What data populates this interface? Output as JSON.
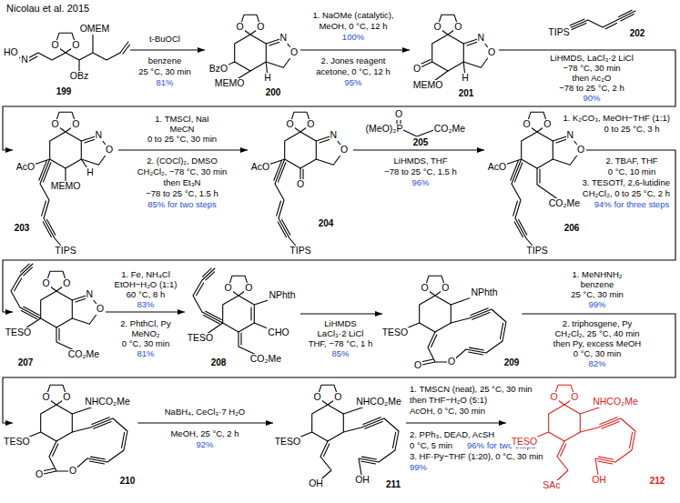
{
  "diagram": {
    "title": "Nicolau et al. 2015",
    "nodes": [
      {
        "text": [
          "199"
        ]
      },
      {
        "text": [
          "200"
        ]
      },
      {
        "text": [
          "201"
        ]
      },
      {
        "text": [
          "202"
        ]
      },
      {
        "text": [
          "203"
        ]
      },
      {
        "text": [
          "204"
        ]
      },
      {
        "text": [
          "205"
        ]
      },
      {
        "text": [
          "206"
        ]
      },
      {
        "text": [
          "207"
        ]
      },
      {
        "text": [
          "208"
        ]
      },
      {
        "text": [
          "209"
        ]
      },
      {
        "text": [
          "210"
        ]
      },
      {
        "text": [
          "211"
        ]
      },
      {
        "text": [
          "212"
        ]
      }
    ],
    "edges": [
      {
        "from": 0,
        "to": 1,
        "arrow": "to"
      },
      {
        "from": 1,
        "to": 2,
        "arrow": "to"
      },
      {
        "from": 2,
        "to": 4,
        "arrow": "to"
      },
      {
        "from": 4,
        "to": 5,
        "arrow": "to"
      },
      {
        "from": 5,
        "to": 7,
        "arrow": "to"
      },
      {
        "from": 7,
        "to": 8,
        "arrow": "to"
      },
      {
        "from": 8,
        "to": 9,
        "arrow": "to"
      },
      {
        "from": 9,
        "to": 10,
        "arrow": "to"
      },
      {
        "from": 10,
        "to": 11,
        "arrow": "to"
      },
      {
        "from": 11,
        "to": 12,
        "arrow": "to"
      },
      {
        "from": 12,
        "to": 13,
        "arrow": "to"
      }
    ],
    "labels": [
      "HO",
      "N",
      "O",
      "O",
      "OMEM",
      "OBz",
      "t-BuOCl",
      "benzene",
      "25 °C, 30 min",
      "81%",
      "O",
      "O",
      "N",
      "O",
      "BzO",
      "MEMO",
      "H",
      "1. NaOMe (catalytic),",
      "MeOH, 0 °C, 12 h",
      "100%",
      "2. Jones reagent",
      "acetone, 0 °C, 12 h",
      "95%",
      "O",
      "O",
      "N",
      "O",
      "O",
      "MEMO",
      "H",
      "TIPS",
      "LiHMDS, LaCl₃·2 LiCl",
      "−78 °C, 30 min",
      "then Ac₂O",
      "−78 to 25 °C, 2 h",
      "90%",
      "O",
      "O",
      "N",
      "O",
      "AcO",
      "MEMO",
      "H",
      "TIPS",
      "1. TMSCl, NaI",
      "MeCN",
      "0 to 25 °C, 30 min",
      "2. (COCl)₂, DMSO",
      "CH₂Cl₂, −78 °C, 30 min",
      "then Et₃N",
      "−78 to 25 °C, 1.5 h",
      "85% for two steps",
      "O",
      "O",
      "N",
      "O",
      "AcO",
      "O",
      "TIPS",
      "O",
      "(MeO)₂P",
      "CO₂Me",
      "LiHMDS, THF",
      "−78 to 25 °C, 1.5 h",
      "96%",
      "O",
      "O",
      "N",
      "O",
      "AcO",
      "CO₂Me",
      "TIPS",
      "1. K₂CO₃, MeOH−THF (1:1)",
      "0 to 25 °C, 3 h",
      "2. TBAF, THF",
      "0 °C, 10 min",
      "3. TESOTf, 2,6-lutidine",
      "CH₂Cl₂, 0 to 25 °C, 2 h",
      "94% for three steps",
      "O",
      "O",
      "N",
      "O",
      "TESO",
      "CO₂Me",
      "1. Fe, NH₄Cl",
      "EtOH−H₂O (1:1)",
      "60 °C, 8 h",
      "83%",
      "2. PhthCl, Py",
      "MeNO₂",
      "0 °C, 30 min",
      "81%",
      "O",
      "O",
      "NPhth",
      "CHO",
      "TESO",
      "CO₂Me",
      "LiHMDS",
      "LaCl₃·2 LiCl",
      "THF, −78 °C, 1 h",
      "85%",
      "O",
      "O",
      "NPhth",
      "TESO",
      "O",
      "O",
      "1. MeNHNH₂",
      "benzene",
      "25 °C, 30 min",
      "99%",
      "2. triphosgene, Py",
      "CH₂Cl₂, 25 °C, 40 min",
      "then Py, excess MeOH",
      "0 °C, 30 min",
      "82%",
      "O",
      "O",
      "NHCO₂Me",
      "TESO",
      "O",
      "O",
      "NaBH₄, CeCl₃·7 H₂O",
      "MeOH, 25 °C, 2 h",
      "92%",
      "O",
      "O",
      "NHCO₂Me",
      "TESO",
      "OH",
      "OH",
      "1. TMSCN (neat), 25 °C, 30 min",
      "then THF−H₂O (5:1)",
      "AcOH, 0 °C, 30 min",
      "2. PPh₃, DEAD, AcSH",
      "0 °C, 5 min",
      "96% for two steps",
      "3. HF·Py−THF (1:20), 0 °C, 30 min",
      "99%",
      "O",
      "O",
      "NHCO₂Me",
      "TESO",
      "SAc",
      "OH"
    ]
  }
}
